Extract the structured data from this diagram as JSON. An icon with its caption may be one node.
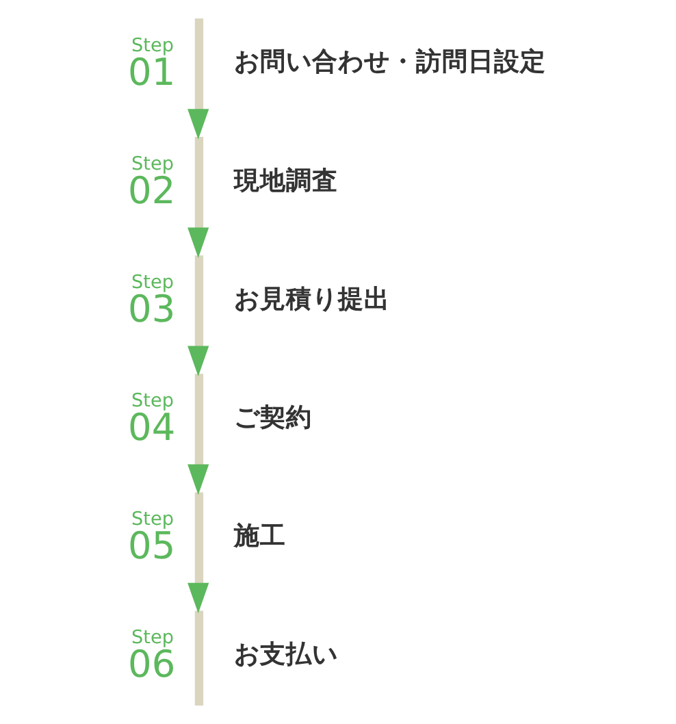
{
  "diagram": {
    "nodes": [
      {
        "text": [
          "お問い合わせ・訪問日設定"
        ],
        "beside": [
          "Step",
          "01"
        ]
      },
      {
        "text": [
          "現地調査"
        ],
        "beside": [
          "Step",
          "02"
        ]
      },
      {
        "text": [
          "お見積り提出"
        ],
        "beside": [
          "Step",
          "03"
        ]
      },
      {
        "text": [
          "ご契約"
        ],
        "beside": [
          "Step",
          "04"
        ]
      },
      {
        "text": [
          "施工"
        ],
        "beside": [
          "Step",
          "05"
        ]
      },
      {
        "text": [
          "お支払い"
        ],
        "beside": [
          "Step",
          "06"
        ]
      }
    ],
    "edges": [
      {
        "from": 0,
        "to": 1,
        "arrow": "to"
      },
      {
        "from": 1,
        "to": 2,
        "arrow": "to"
      },
      {
        "from": 2,
        "to": 3,
        "arrow": "to"
      },
      {
        "from": 3,
        "to": 4,
        "arrow": "to"
      },
      {
        "from": 4,
        "to": 5,
        "arrow": "to"
      }
    ]
  }
}
